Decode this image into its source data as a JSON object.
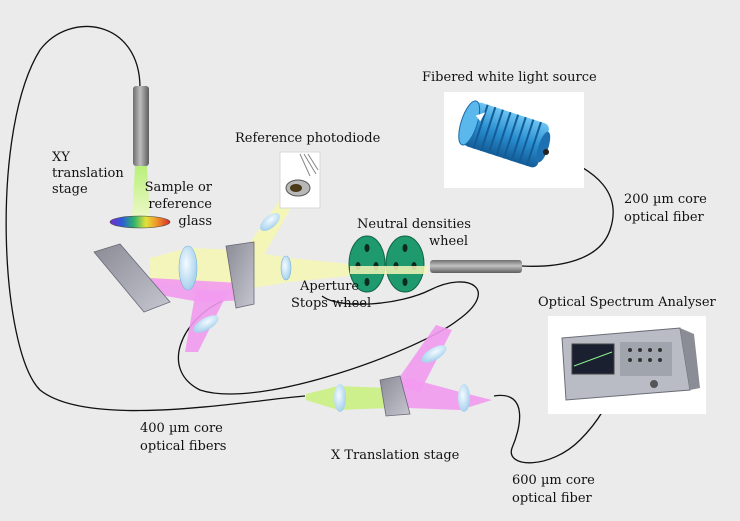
{
  "labels": {
    "white_light_source": "Fibered white light source",
    "reference_photodiode": "Reference photodiode",
    "xy_stage": [
      "XY",
      "translation",
      "stage"
    ],
    "sample": [
      "Sample or",
      "reference",
      "glass"
    ],
    "neutral_densities": [
      "Neutral densities",
      "wheel"
    ],
    "fiber_200": [
      "200 µm core",
      "optical fiber"
    ],
    "aperture": [
      "Aperture",
      "Stops wheel"
    ],
    "osa": "Optical Spectrum Analyser",
    "fiber_400": [
      "400 µm core",
      "optical fibers"
    ],
    "x_stage": "X Translation stage",
    "fiber_600": [
      "600 µm core",
      "optical fiber"
    ]
  },
  "colors": {
    "background": "#ebebeb",
    "beam_yellow": "#f4f6b8",
    "beam_magenta": "#f29af0",
    "beam_green": "#cdf08c",
    "lens": "#c8e4f6",
    "wheel_green": "#1f9a6e",
    "rod_gray": "#8a8a8a",
    "light_source_blue": "#2d9bd8"
  }
}
